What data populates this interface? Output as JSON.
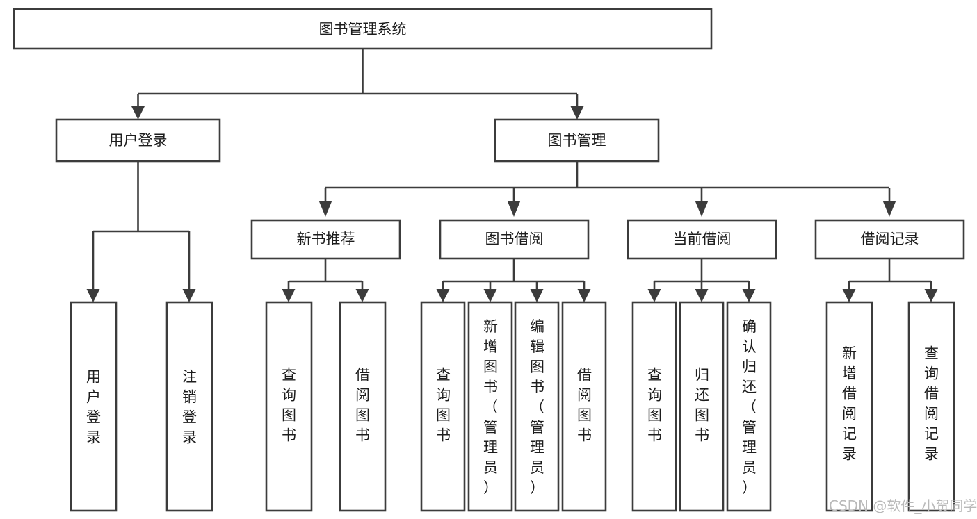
{
  "diagram": {
    "title": "图书管理系统",
    "type": "hierarchy-tree",
    "background_color": "#ffffff",
    "stroke_color": "#3c3c3c",
    "text_color": "#1d1d1d",
    "root": {
      "label": "图书管理系统"
    },
    "level1": [
      {
        "label": "用户登录"
      },
      {
        "label": "图书管理"
      }
    ],
    "level2": [
      {
        "label": "新书推荐"
      },
      {
        "label": "图书借阅"
      },
      {
        "label": "当前借阅"
      },
      {
        "label": "借阅记录"
      }
    ],
    "leaves": {
      "user_login": [
        {
          "label": "用户登录"
        },
        {
          "label": "注销登录"
        }
      ],
      "new_book_recommend": [
        {
          "label": "查询图书"
        },
        {
          "label": "借阅图书"
        }
      ],
      "book_borrow": [
        {
          "label": "查询图书"
        },
        {
          "label": "新增图书（管理员）"
        },
        {
          "label": "编辑图书（管理员）"
        },
        {
          "label": "借阅图书"
        }
      ],
      "current_borrow": [
        {
          "label": "查询图书"
        },
        {
          "label": "归还图书"
        },
        {
          "label": "确认归还（管理员）"
        }
      ],
      "borrow_record": [
        {
          "label": "新增借阅记录"
        },
        {
          "label": "查询借阅记录"
        }
      ]
    }
  },
  "watermark": {
    "text": "CSDN @软件_小贺同学",
    "color": "#b9b9b9"
  }
}
